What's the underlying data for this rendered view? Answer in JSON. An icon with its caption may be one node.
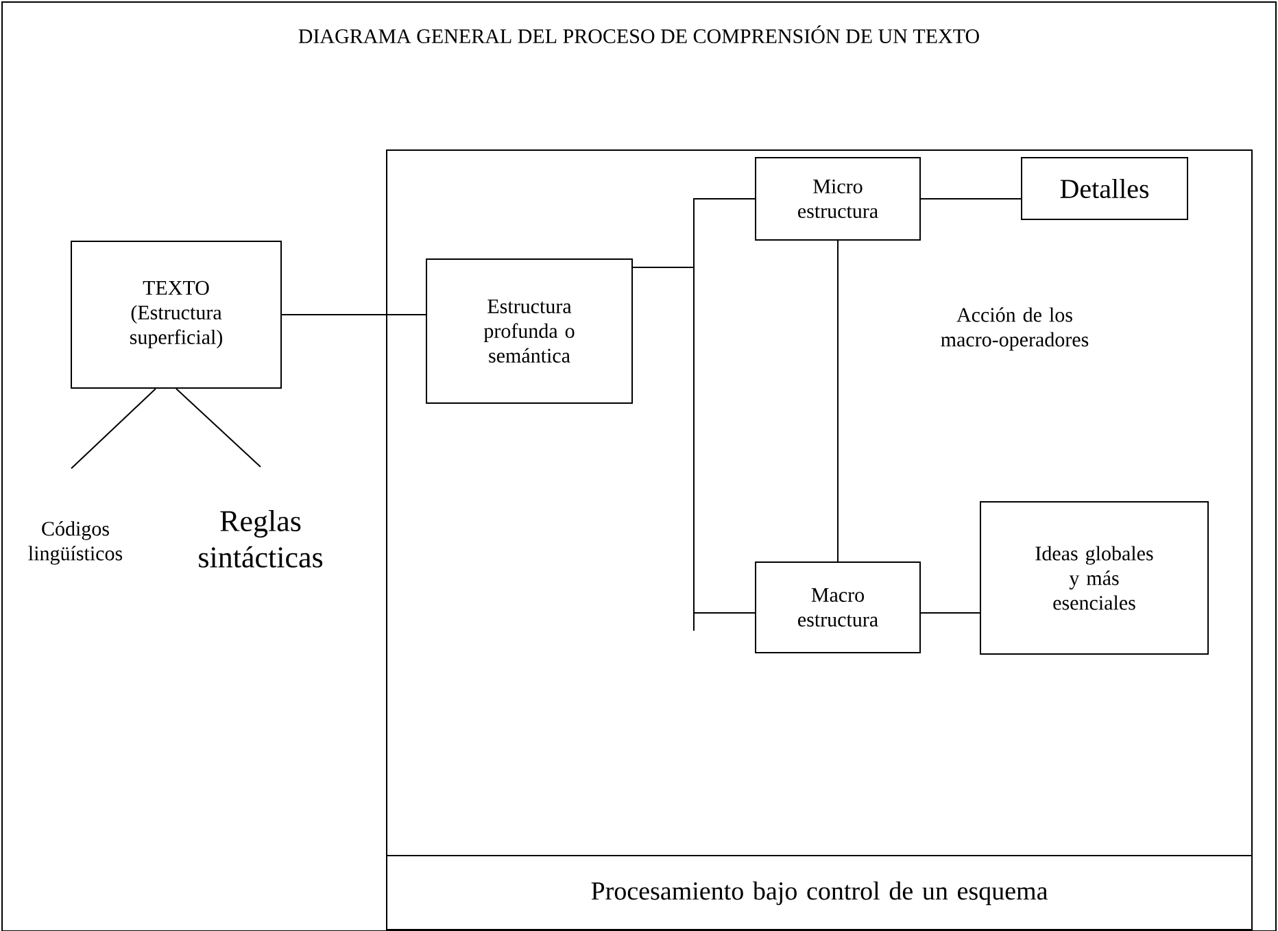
{
  "diagram": {
    "title": "DIAGRAMA GENERAL DEL PROCESO DE COMPRENSIÓN DE UN TEXTO",
    "nodes": [
      {
        "text": [
          "TEXTO",
          "(Estructura superficial)"
        ]
      },
      {
        "text": [
          "Códigos lingüísticos"
        ]
      },
      {
        "text": [
          "Reglas sintácticas"
        ]
      },
      {
        "text": [],
        "shape": "box"
      },
      {
        "text": [
          "Estructura profunda o semántica"
        ],
        "in": 3
      },
      {
        "text": [
          "Micro estructura"
        ],
        "in": 3
      },
      {
        "text": [
          "Detalles"
        ],
        "in": 3
      },
      {
        "text": [
          "Macro estructura"
        ],
        "in": 3
      },
      {
        "text": [
          "Ideas globales y más esenciales"
        ],
        "in": 3
      },
      {
        "text": [
          "Procesamiento bajo control de un esquema"
        ],
        "in": 3
      }
    ],
    "edges": [
      {
        "from": 1,
        "to": 0,
        "arrow": "none"
      },
      {
        "from": 2,
        "to": 0,
        "arrow": "none"
      },
      {
        "from": 0,
        "to": 4,
        "arrow": "none"
      },
      {
        "from": 4,
        "to": 5,
        "arrow": "none"
      },
      {
        "from": 4,
        "to": 7,
        "arrow": "none"
      },
      {
        "from": 5,
        "to": 6,
        "arrow": "none"
      },
      {
        "from": 5,
        "to": 7,
        "arrow": "none"
      },
      {
        "from": 7,
        "to": 8,
        "arrow": "none"
      }
    ],
    "labels": [
      "Acción de los macro-operadores"
    ]
  }
}
